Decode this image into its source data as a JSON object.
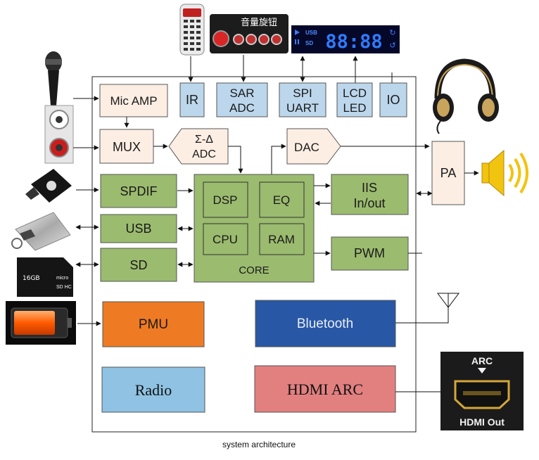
{
  "caption": "system architecture",
  "blocks": {
    "mic_amp": "Mic AMP",
    "mux": "MUX",
    "sigma_delta_l1": "Σ-Δ",
    "sigma_delta_l2": "ADC",
    "dac": "DAC",
    "spdif": "SPDIF",
    "usb": "USB",
    "sd": "SD",
    "dsp": "DSP",
    "eq": "EQ",
    "cpu": "CPU",
    "ram": "RAM",
    "core": "CORE",
    "iis_l1": "IIS",
    "iis_l2": "In/out",
    "pwm": "PWM",
    "pa": "PA",
    "ir": "IR",
    "sar_l1": "SAR",
    "sar_l2": "ADC",
    "spi_l1": "SPI",
    "spi_l2": "UART",
    "lcd_l1": "LCD",
    "lcd_l2": "LED",
    "io": "IO",
    "pmu": "PMU",
    "bluetooth": "Bluetooth",
    "radio": "Radio",
    "hdmi_arc": "HDMI ARC"
  },
  "peripherals": {
    "volume_knob_label": "音量旋钮",
    "lcd_usb": "USB",
    "lcd_sd": "SD",
    "lcd_digits": "88:88",
    "sd_card_capacity": "16GB",
    "sd_card_brand": "micro",
    "sd_card_type": "SD HC",
    "hdmi_arc_label": "ARC",
    "hdmi_out_label": "HDMI Out"
  },
  "colors": {
    "peach": "#fdeee4",
    "green": "#9bbb6f",
    "light_blue": "#bcd7ec",
    "orange": "#ee7a24",
    "navy": "#2857a5",
    "sky": "#8fc2e3",
    "pink": "#e28080"
  }
}
